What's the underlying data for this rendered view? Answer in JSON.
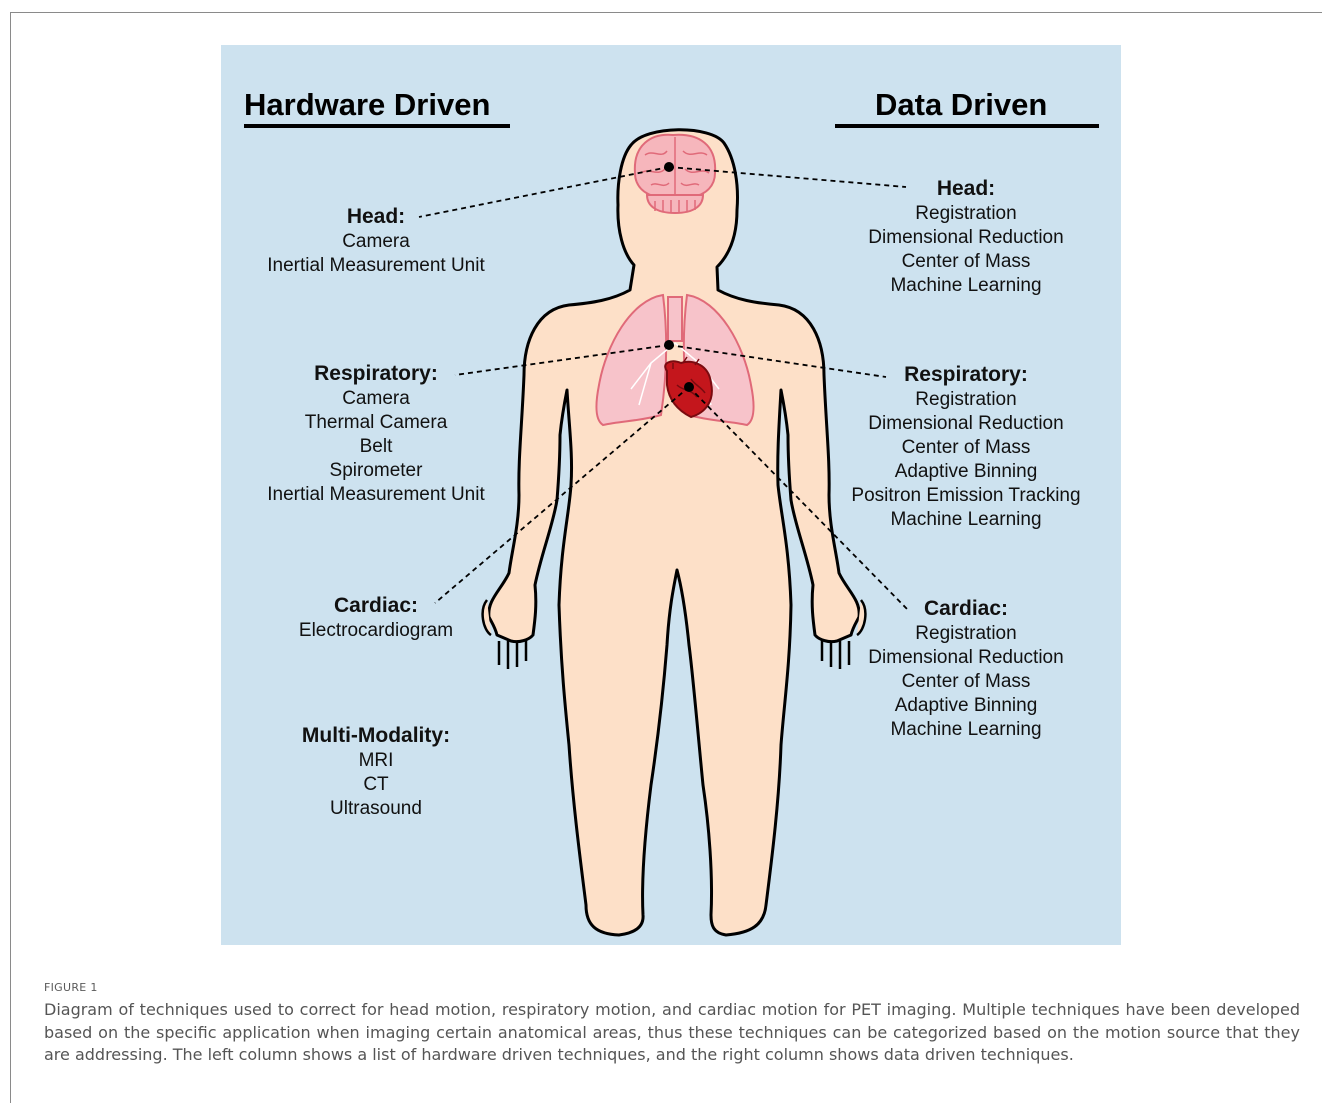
{
  "headings": {
    "left": "Hardware Driven",
    "right": "Data Driven"
  },
  "hardware": {
    "head": {
      "title": "Head:",
      "items": [
        "Camera",
        "Inertial Measurement Unit"
      ]
    },
    "respiratory": {
      "title": "Respiratory:",
      "items": [
        "Camera",
        "Thermal Camera",
        "Belt",
        "Spirometer",
        "Inertial Measurement Unit"
      ]
    },
    "cardiac": {
      "title": "Cardiac:",
      "items": [
        "Electrocardiogram"
      ]
    },
    "multimodality": {
      "title": "Multi-Modality:",
      "items": [
        "MRI",
        "CT",
        "Ultrasound"
      ]
    }
  },
  "data_driven": {
    "head": {
      "title": "Head:",
      "items": [
        "Registration",
        "Dimensional Reduction",
        "Center of Mass",
        "Machine Learning"
      ]
    },
    "respiratory": {
      "title": "Respiratory:",
      "items": [
        "Registration",
        "Dimensional Reduction",
        "Center of Mass",
        "Adaptive Binning",
        "Positron Emission Tracking",
        "Machine Learning"
      ]
    },
    "cardiac": {
      "title": "Cardiac:",
      "items": [
        "Registration",
        "Dimensional Reduction",
        "Center of Mass",
        "Adaptive Binning",
        "Machine Learning"
      ]
    }
  },
  "figure": {
    "label": "FIGURE 1",
    "caption": "Diagram of techniques used to correct for head motion, respiratory motion, and cardiac motion for PET imaging. Multiple techniques have been developed based on the specific application when imaging certain anatomical areas, thus these techniques can be categorized based on the motion source that they are addressing. The left column shows a list of hardware driven techniques, and the right column shows data driven techniques."
  },
  "colors": {
    "background": "#cde2ef",
    "skin": "#fde0c8",
    "brain": "#f6b6bc",
    "lungs": "#f7c3ca",
    "heart": "#c4161c"
  }
}
